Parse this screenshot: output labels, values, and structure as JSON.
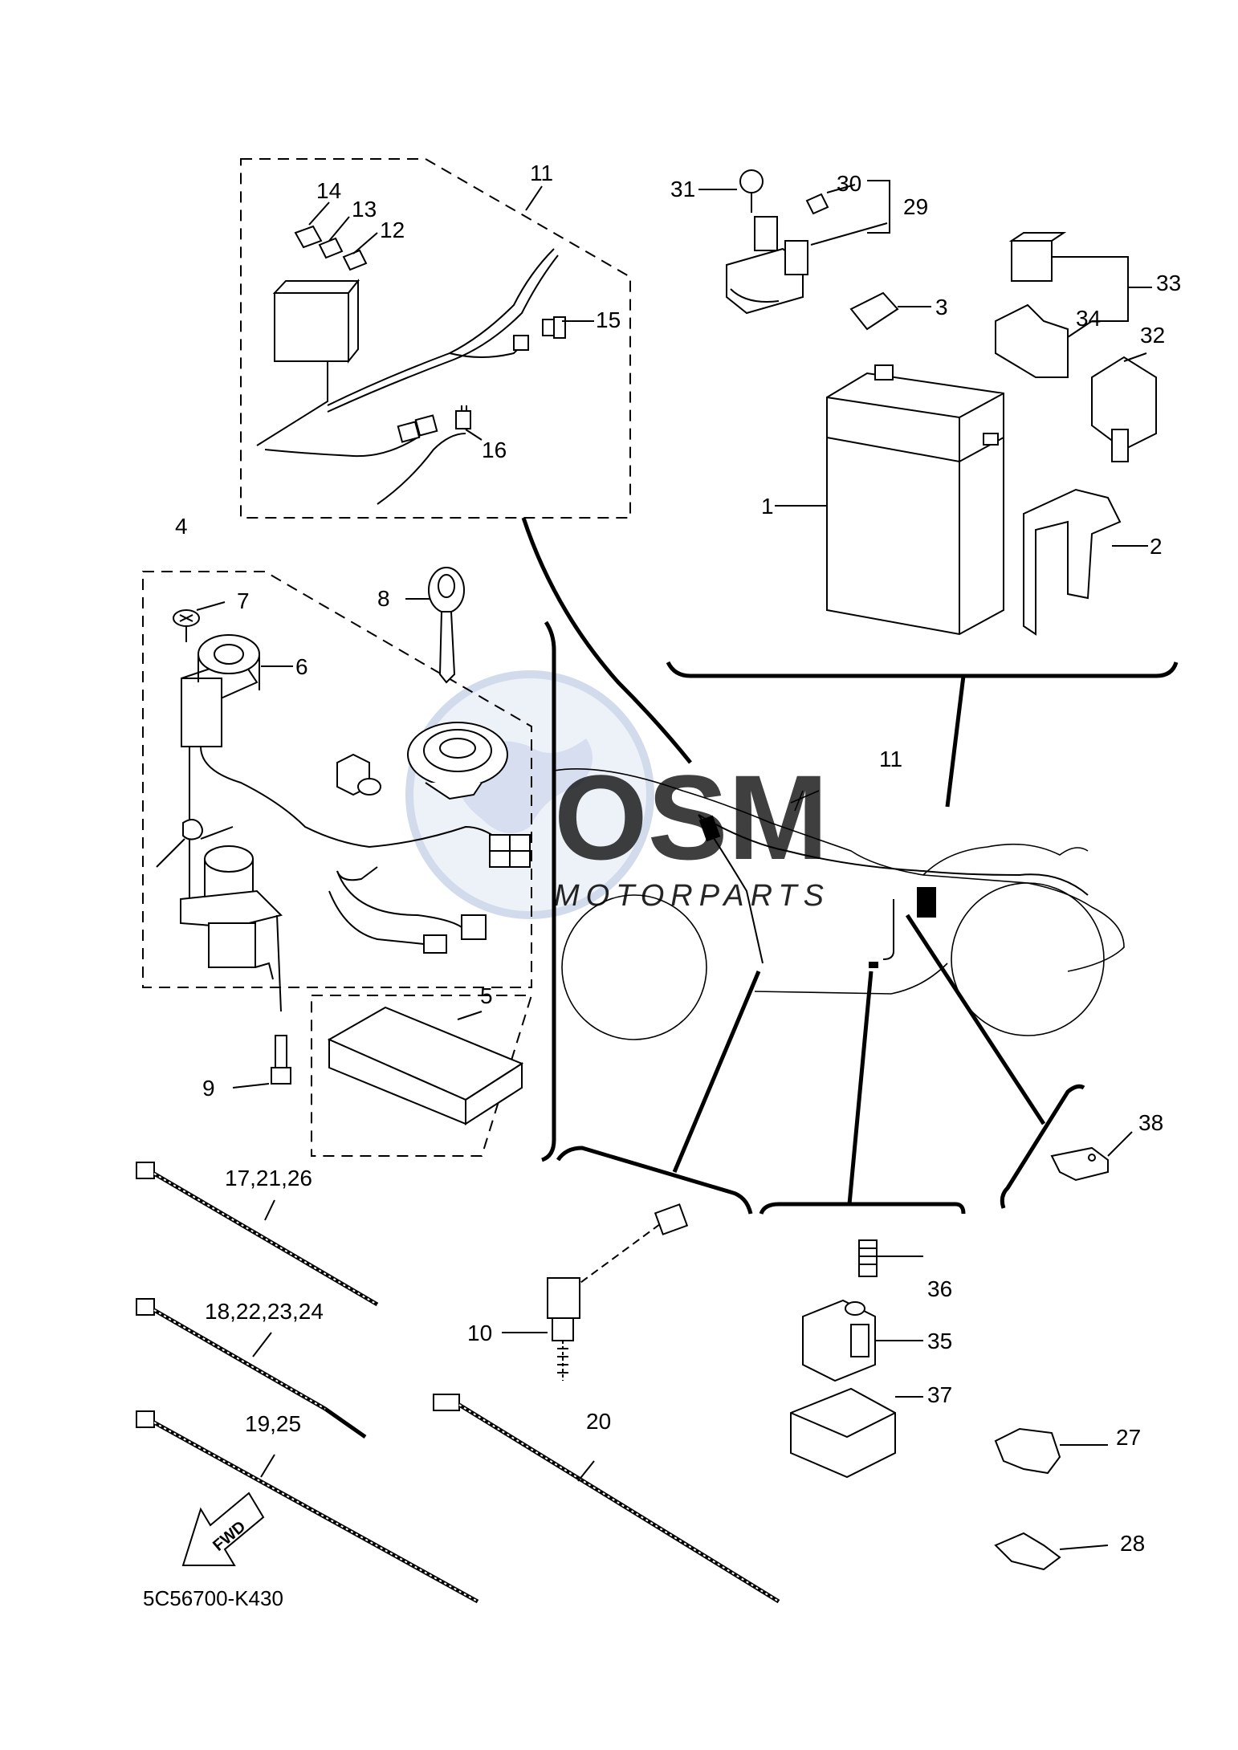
{
  "diagram": {
    "drawing_code": "5C56700-K430",
    "direction_arrow_label": "FWD",
    "watermark": {
      "brand": "OSM",
      "subtitle": "MOTORPARTS"
    },
    "callouts": [
      {
        "id": "c1",
        "text": "1"
      },
      {
        "id": "c2",
        "text": "2"
      },
      {
        "id": "c3",
        "text": "3"
      },
      {
        "id": "c4",
        "text": "4"
      },
      {
        "id": "c5",
        "text": "5"
      },
      {
        "id": "c6",
        "text": "6"
      },
      {
        "id": "c7",
        "text": "7"
      },
      {
        "id": "c8",
        "text": "8"
      },
      {
        "id": "c9",
        "text": "9"
      },
      {
        "id": "c10",
        "text": "10"
      },
      {
        "id": "c11a",
        "text": "11"
      },
      {
        "id": "c11b",
        "text": "11"
      },
      {
        "id": "c12",
        "text": "12"
      },
      {
        "id": "c13",
        "text": "13"
      },
      {
        "id": "c14",
        "text": "14"
      },
      {
        "id": "c15",
        "text": "15"
      },
      {
        "id": "c16",
        "text": "16"
      },
      {
        "id": "c17",
        "text": "17,21,26"
      },
      {
        "id": "c18",
        "text": "18,22,23,24"
      },
      {
        "id": "c19",
        "text": "19,25"
      },
      {
        "id": "c20",
        "text": "20"
      },
      {
        "id": "c27",
        "text": "27"
      },
      {
        "id": "c28",
        "text": "28"
      },
      {
        "id": "c29",
        "text": "29"
      },
      {
        "id": "c30",
        "text": "30"
      },
      {
        "id": "c31",
        "text": "31"
      },
      {
        "id": "c32",
        "text": "32"
      },
      {
        "id": "c33",
        "text": "33"
      },
      {
        "id": "c34",
        "text": "34"
      },
      {
        "id": "c35",
        "text": "35"
      },
      {
        "id": "c36",
        "text": "36"
      },
      {
        "id": "c37",
        "text": "37"
      },
      {
        "id": "c38",
        "text": "38"
      }
    ]
  }
}
